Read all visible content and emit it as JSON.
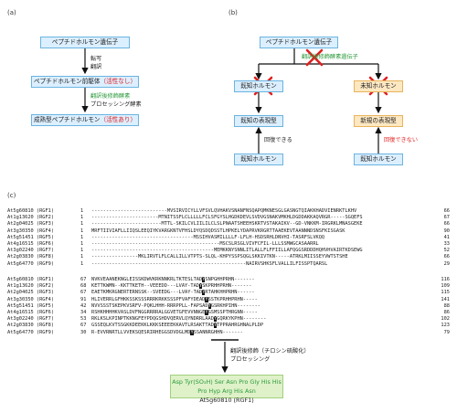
{
  "panel_a": {
    "label": "(a)",
    "gene": "ペプチドホルモン遺伝子",
    "step1": "転写\n翻訳",
    "precursor_text": "ペプチドホルモン前駆体",
    "precursor_status": "（活性なし）",
    "step2_mod": "翻訳後修飾酵素",
    "step2_enz": "プロセッシング酵素",
    "mature_text": "成熟型ペプチドホルモン",
    "mature_status": "（活性あり）"
  },
  "panel_b": {
    "label": "(b)",
    "gene": "ペプチドホルモン遺伝子",
    "mod_gene": "翻訳後修飾酵素遺伝子",
    "known_hormone_text": "既知ホルモン",
    "unknown_hormone_text": "未知ホルモン",
    "known_phenotype": "既知の表現型",
    "new_phenotype": "新規の表現型",
    "rescue_yes": "回復できる",
    "rescue_no": "回復できない",
    "known_hormone_bottom": "既知ホルモン"
  },
  "panel_c": {
    "label": "(c)",
    "sequences": [
      {
        "id": "At5g60810 (RGF1)",
        "start": "1",
        "seq": "--------------------------MVSIRVICYLLVFSVLQVHAKVSNANFNSQAPQMKNESGLGASNGTQIAKKHADVIENRKTLKHV",
        "end": "66"
      },
      {
        "id": "At1g13620 (RGF2)",
        "start": "1",
        "seq": "-----------------------MTNITSSFLCLLLLLFCLSFGYSLHGDKDEVLSVDVGSNAKVMKHLDGDDAKKAQVRGR-----SGQEFS",
        "end": "67"
      },
      {
        "id": "At2g04025 (RGF3)",
        "start": "1",
        "seq": "------------------------MTTL-SKILCVLIILILCLSLPNAATSHEEHSKRTVSTAKAIKV--GD-VNKKM-IRGRKLMNASGEKE",
        "end": "66"
      },
      {
        "id": "At3g30350 (RGF4)",
        "start": "1",
        "seq": "MRFTIIVIAFLLIIQSLEEQIYKVARGKNTVFHSLDYQSDQDSSTLHPKELYDAPRVKRGRTTAAEKEVTAANNNDSNSFKISGASK",
        "end": "90"
      },
      {
        "id": "At5g51451 (RGF5)",
        "start": "1",
        "seq": "-----------------------------------MSSIHVASMILLLLF-LFLH-HSDSRHLDNVHI-TASRFSLVKQQ",
        "end": "41"
      },
      {
        "id": "At4g16515 (RGF6)",
        "start": "1",
        "seq": "--------------------------------------------MSCSLRSGLVIVFCFIL-LLLSSMWGCASAARRL",
        "end": "33"
      },
      {
        "id": "At3g02240 (RGF7)",
        "start": "1",
        "seq": "------------------------------------------MEMKKNYSNNLITLALLFLFFIILLAFQGGSRDDDHQHVHVAIRTKDSEWG",
        "end": "52"
      },
      {
        "id": "At2g03830 (RGF8)",
        "start": "1",
        "seq": "----------------MKLIRVTLFLCALLILLVTPTS-SLQL-KHPYSSPSQGLSKKIVTKN-----ATRKLMIISSEYVWTSTSHE",
        "end": "66"
      },
      {
        "id": "At5g64770 (RGF9)",
        "start": "1",
        "seq": "-----------------------------------------------------NAIRVSHKSFLVALLILFISSPTQARSL",
        "end": "29"
      }
    ],
    "sequences2": [
      {
        "id": "At5g60810 (RGF1)",
        "start": "67",
        "pre": "NVKVEAANEKNGLEISSKDWVKRKNNKRLTKTESLTAD",
        "hl": "Y",
        "post": "SNPGHHPRHN-------",
        "end": "116"
      },
      {
        "id": "At1g13620 (RGF2)",
        "start": "68",
        "pre": "KETTKWMN--KKTTKETH--VEEEDD---LVAY-TAD",
        "hl": "Y",
        "post": "SKPRHHPRHN-------",
        "end": "109"
      },
      {
        "id": "At2g04025 (RGF3)",
        "start": "67",
        "pre": "EAETKMKRGNERTERNSSK--SVEEDG---LVAY-TAD",
        "hl": "Y",
        "post": "RTAHKHHPRHN------",
        "end": "115"
      },
      {
        "id": "At3g30350 (RGF4)",
        "start": "91",
        "pre": "HLIVERRLGFHKKSSKSSSRRRKRKKSSSPFVAFYDEAD",
        "hl": "Y",
        "post": "SSTKPRHHPRHN-----",
        "end": "141"
      },
      {
        "id": "At5g51451 (RGF5)",
        "start": "42",
        "pre": "NVVSSSTSKEPKVSRFV-PQKLHHH-RRRPPLL-FAPSAD",
        "hl": "Y",
        "post": "GSRKHPIHN--------",
        "end": "88"
      },
      {
        "id": "At4g16515 (RGF6)",
        "start": "34",
        "pre": "RSHKHHHHKVASLDVFNGGRRRRALGGVETGFEVVNNGE",
        "hl": "Y",
        "post": "GSMSSPTHRGNN-----",
        "end": "86"
      },
      {
        "id": "At3g02240 (RGF7)",
        "start": "53",
        "pre": "RKLKSLKPINPTKKNGFEYPDQGSHDVQERVLQYNDRRLAAD",
        "hl": "Y",
        "post": "GQRKYKPHN--------",
        "end": "102"
      },
      {
        "id": "At2g03830 (RGF8)",
        "start": "67",
        "pre": "GSSEQLKVTSSGKKDEEKKLKKKSEEEEKKAVTLRSAKTTAD",
        "hl": "Y",
        "post": "TPPRAHRGHNALPLDP",
        "end": "123"
      },
      {
        "id": "At5g64770 (RGF9)",
        "start": "30",
        "pre": "R-EVVRNRTLLVVEKSQESRIRHEGGSDVDGLMD",
        "hl": "Y",
        "post": "SSANNRGHHN-------",
        "end": "79"
      }
    ],
    "processing_label": "翻訳後修飾（チロシン硫酸化）\nプロセッシング",
    "mature_sequence": "Asp Tyr(SO₃H) Ser Asn Pro Gly His His Pro Hyp Arg His Asn",
    "mature_id": "At5g60810 (RGF1)"
  },
  "colors": {
    "blue_box": "#dcefff",
    "yellow_box": "#fde8c2",
    "green_box": "#dff1c9",
    "red": "#e02020",
    "green_text": "#2a9a3a"
  }
}
